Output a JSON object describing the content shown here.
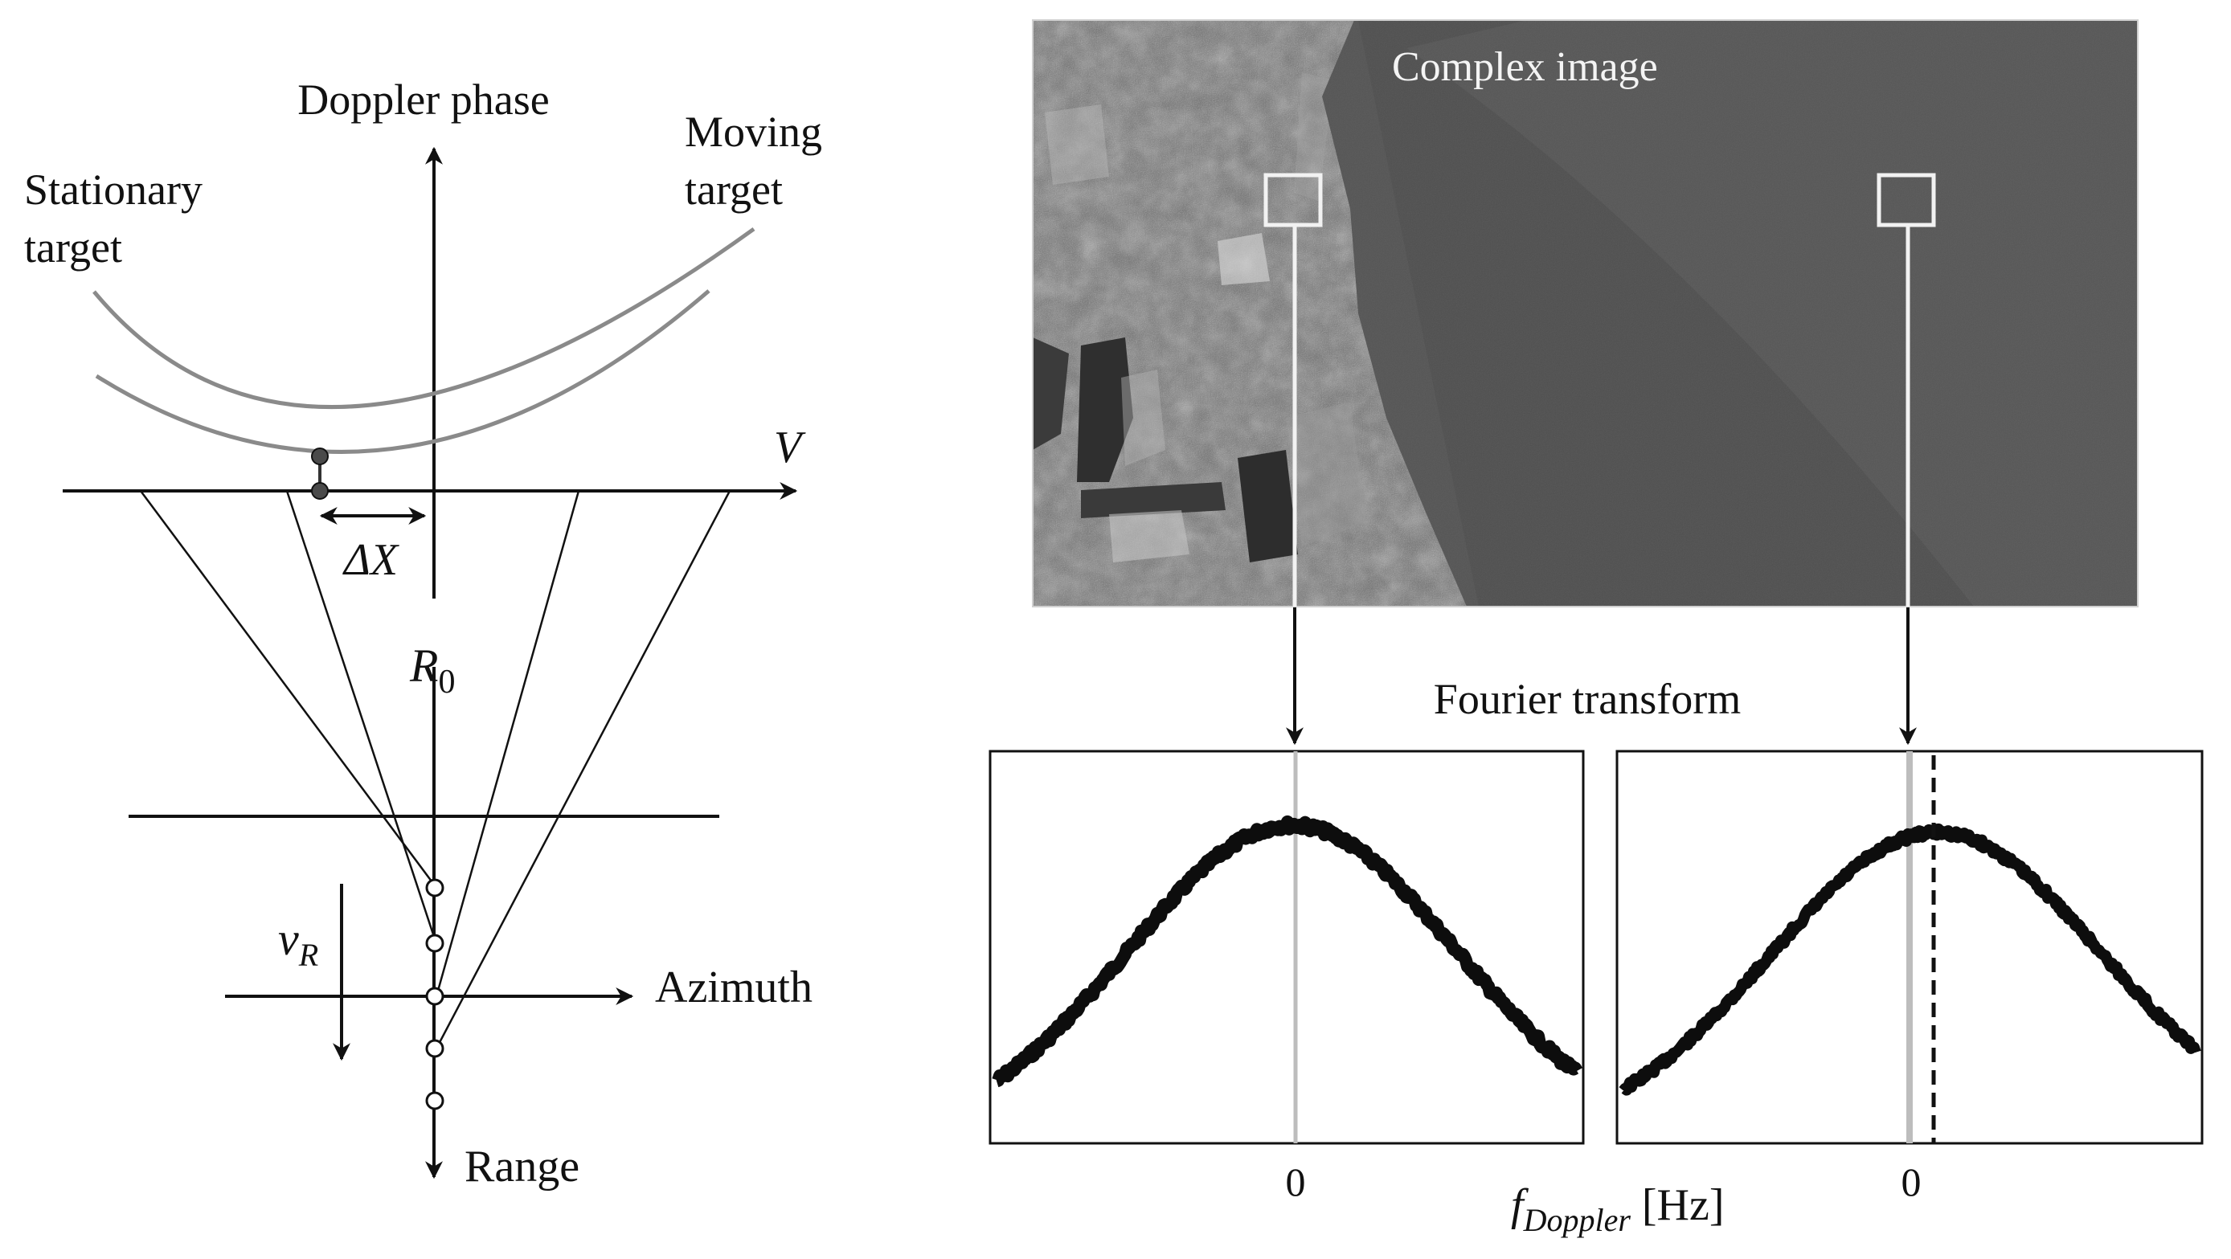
{
  "left_diagram": {
    "doppler_phase_label": "Doppler phase",
    "stationary_label_line1": "Stationary",
    "stationary_label_line2": "target",
    "moving_label_line1": "Moving",
    "moving_label_line2": "target",
    "velocity_label": "V",
    "delta_x_label": "ΔX",
    "r0_label": "R",
    "r0_subscript": "0",
    "vr_label": "v",
    "vr_subscript": "R",
    "azimuth_label": "Azimuth",
    "range_label": "Range"
  },
  "right_diagram": {
    "complex_image_label": "Complex image",
    "fourier_label": "Fourier transform",
    "zero_left": "0",
    "zero_right": "0",
    "fdoppler_f": "f",
    "fdoppler_sub": "Doppler",
    "fdoppler_unit": " [Hz]"
  },
  "colors": {
    "line": "#111111",
    "curve_gray": "#8a8a8a",
    "land_dark": "#5a5a5a",
    "sea": "#535353",
    "spectrum": "#0d0d0d",
    "center_line_gray": "#bdbdbd"
  }
}
